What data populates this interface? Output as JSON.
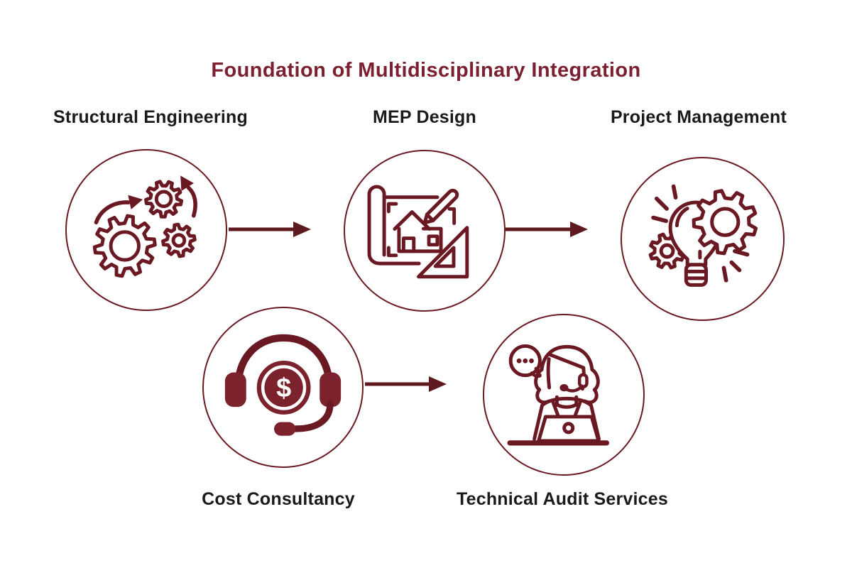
{
  "colors": {
    "background": "#FFFFFF",
    "title": "#7B2031",
    "label": "#1A1A1A",
    "line": "#6A1922",
    "fill": "#7B222C",
    "arrow": "#5E1A1E"
  },
  "title": {
    "text": "Foundation of Multidisciplinary Integration"
  },
  "nodes": [
    {
      "id": "structural-engineering",
      "label": "Structural Engineering",
      "icon": "gears-progress-icon"
    },
    {
      "id": "mep-design",
      "label": "MEP Design",
      "icon": "blueprint-drafting-icon"
    },
    {
      "id": "project-management",
      "label": "Project Management",
      "icon": "idea-bulb-gear-icon"
    },
    {
      "id": "cost-consultancy",
      "label": "Cost Consultancy",
      "icon": "headset-dollar-icon",
      "symbol": "$"
    },
    {
      "id": "technical-audit-services",
      "label": "Technical Audit Services",
      "icon": "support-agent-laptop-icon",
      "speech_dots": "..."
    }
  ],
  "connectors": [
    {
      "from": "structural-engineering",
      "to": "mep-design"
    },
    {
      "from": "mep-design",
      "to": "project-management"
    },
    {
      "from": "cost-consultancy",
      "to": "technical-audit-services"
    }
  ]
}
